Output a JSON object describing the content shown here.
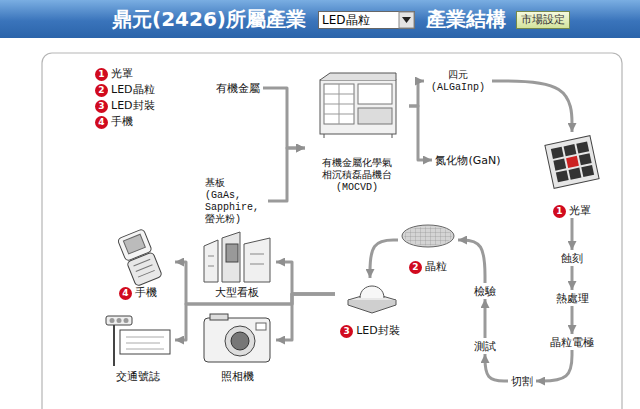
{
  "diagram": {
    "title": "鼎元(2426)所屬產業",
    "nodes": [
      {
        "text": [
          "有機金屬"
        ]
      },
      {
        "text": [
          "基板 (GaAs, Sapphire, 螢光粉)"
        ]
      },
      {
        "text": [
          "有機金屬化學氣 相沉積磊晶機台 (MOCVD)"
        ]
      },
      {
        "text": [
          "四元 (ALGaInp)"
        ]
      },
      {
        "text": [
          "氮化物(GaN)"
        ]
      },
      {
        "text": [
          "1",
          "光罩"
        ]
      },
      {
        "text": [
          "蝕刻"
        ]
      },
      {
        "text": [
          "熱處理"
        ]
      },
      {
        "text": [
          "晶粒電極"
        ]
      },
      {
        "text": [
          "切割"
        ]
      },
      {
        "text": [
          "測試"
        ]
      },
      {
        "text": [
          "檢驗"
        ]
      },
      {
        "text": [
          "2",
          "晶粒"
        ]
      },
      {
        "text": [
          "3",
          "LED封裝"
        ]
      },
      {
        "text": [
          "4",
          "手機"
        ]
      },
      {
        "text": [
          "大型看板"
        ]
      },
      {
        "text": [
          "交通號誌"
        ]
      },
      {
        "text": [
          "照相機"
        ]
      }
    ],
    "edges": [
      {
        "from": 0,
        "to": 2,
        "arrow": "to"
      },
      {
        "from": 1,
        "to": 2,
        "arrow": "to"
      },
      {
        "from": 2,
        "to": 3,
        "arrow": "to"
      },
      {
        "from": 2,
        "to": 4,
        "arrow": "to"
      },
      {
        "from": 3,
        "to": 5,
        "arrow": "to"
      },
      {
        "from": 5,
        "to": 6,
        "arrow": "to"
      },
      {
        "from": 6,
        "to": 7,
        "arrow": "to"
      },
      {
        "from": 7,
        "to": 8,
        "arrow": "to"
      },
      {
        "from": 8,
        "to": 9,
        "arrow": "to"
      },
      {
        "from": 9,
        "to": 10,
        "arrow": "to"
      },
      {
        "from": 10,
        "to": 11,
        "arrow": "to"
      },
      {
        "from": 11,
        "to": 12,
        "arrow": "to"
      },
      {
        "from": 12,
        "to": 13,
        "arrow": "to"
      },
      {
        "from": 13,
        "to": 14,
        "arrow": "to"
      },
      {
        "from": 13,
        "to": 15,
        "arrow": "to"
      },
      {
        "from": 13,
        "to": 16,
        "arrow": "to"
      },
      {
        "from": 13,
        "to": 17,
        "arrow": "to"
      }
    ],
    "labels": [
      "LED晶粒",
      "產業結構",
      "市場設定",
      "1",
      "光罩",
      "2",
      "LED晶粒",
      "3",
      "LED封裝",
      "4",
      "手機"
    ]
  }
}
